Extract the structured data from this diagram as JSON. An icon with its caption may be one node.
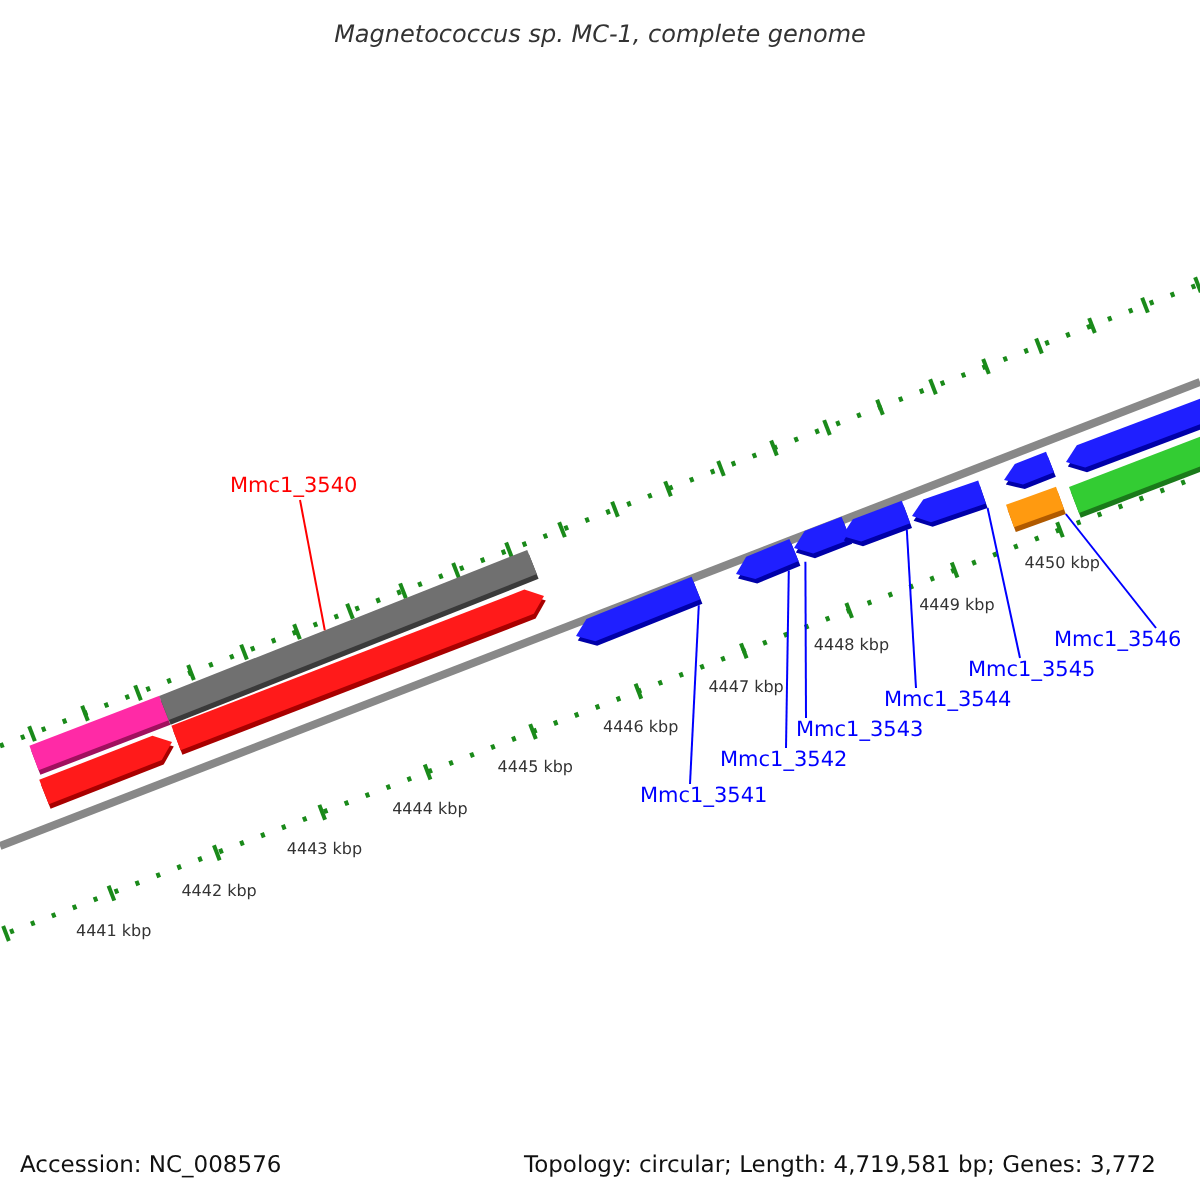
{
  "diagram": {
    "title": "Magnetococcus sp. MC-1, complete genome",
    "nodes": [
      {
        "text": [
          "Mmc1_3540"
        ]
      },
      {
        "text": [
          "Mmc1_3541"
        ]
      },
      {
        "text": [
          "Mmc1_3542"
        ]
      },
      {
        "text": [
          "Mmc1_3543"
        ]
      },
      {
        "text": [
          "Mmc1_3544"
        ]
      },
      {
        "text": [
          "Mmc1_3545"
        ]
      },
      {
        "text": [
          "Mmc1_3546"
        ]
      },
      {
        "text": [],
        "shape": "bar"
      },
      {
        "text": [],
        "shape": "bar"
      },
      {
        "text": [],
        "shape": "bar"
      },
      {
        "text": [],
        "shape": "bar"
      },
      {
        "text": [],
        "shape": "bar"
      },
      {
        "text": [],
        "shape": "bar"
      },
      {
        "text": [],
        "shape": "bar"
      },
      {
        "text": [],
        "shape": "bar"
      },
      {
        "text": [],
        "shape": "bar"
      },
      {
        "text": [],
        "shape": "bar"
      },
      {
        "text": [],
        "shape": "bar"
      },
      {
        "text": [],
        "shape": "bar"
      },
      {
        "text": [],
        "shape": "bar"
      }
    ],
    "edges": [
      {
        "from": 0,
        "to": 9,
        "arrow": "none",
        "color": "#ff0000"
      },
      {
        "from": 1,
        "to": 11,
        "arrow": "none"
      },
      {
        "from": 2,
        "to": 12,
        "arrow": "none"
      },
      {
        "from": 3,
        "to": 13,
        "arrow": "none"
      },
      {
        "from": 4,
        "to": 14,
        "arrow": "none"
      },
      {
        "from": 5,
        "to": 15,
        "arrow": "none"
      },
      {
        "from": 6,
        "to": 17,
        "arrow": "none"
      }
    ],
    "labels": [
      "4441 kbp",
      "4442 kbp",
      "4443 kbp",
      "4444 kbp",
      "4445 kbp",
      "4446 kbp",
      "4447 kbp",
      "4448 kbp",
      "4449 kbp",
      "4450 kbp",
      "Accession: NC_008576",
      "Topology: circular; Length: 4,719,581 bp; Genes: 3,772"
    ]
  }
}
